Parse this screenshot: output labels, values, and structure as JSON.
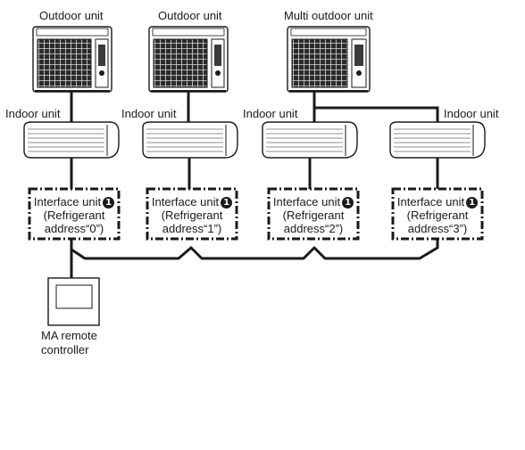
{
  "outdoor_units": [
    {
      "label": "Outdoor unit"
    },
    {
      "label": "Outdoor unit"
    },
    {
      "label": "Multi outdoor unit"
    }
  ],
  "indoor_units": [
    {
      "label": "Indoor unit"
    },
    {
      "label": "Indoor unit"
    },
    {
      "label": "Indoor unit"
    },
    {
      "label": "Indoor unit"
    }
  ],
  "interface_units": [
    {
      "title": "Interface unit",
      "marker": "1",
      "line1": "(Refrigerant",
      "line2": "address“0”)"
    },
    {
      "title": "Interface unit",
      "marker": "1",
      "line1": "(Refrigerant",
      "line2": "address“1”)"
    },
    {
      "title": "Interface unit",
      "marker": "1",
      "line1": "(Refrigerant",
      "line2": "address“2”)"
    },
    {
      "title": "Interface unit",
      "marker": "1",
      "line1": "(Refrigerant",
      "line2": "address“3”)"
    }
  ],
  "remote_controller": {
    "line1": "MA remote",
    "line2": "controller"
  }
}
